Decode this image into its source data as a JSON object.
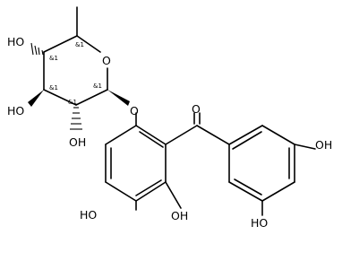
{
  "molecule": {
    "atoms": {
      "ring_oxygen": "O",
      "glycosidic_oxygen": "O",
      "carbonyl_oxygen": "O",
      "hydroxyls": [
        "HO",
        "HO",
        "OH",
        "HO",
        "OH",
        "OH",
        "HO"
      ]
    },
    "stereo_labels": [
      "&1",
      "&1",
      "&1",
      "&1",
      "&1"
    ]
  }
}
